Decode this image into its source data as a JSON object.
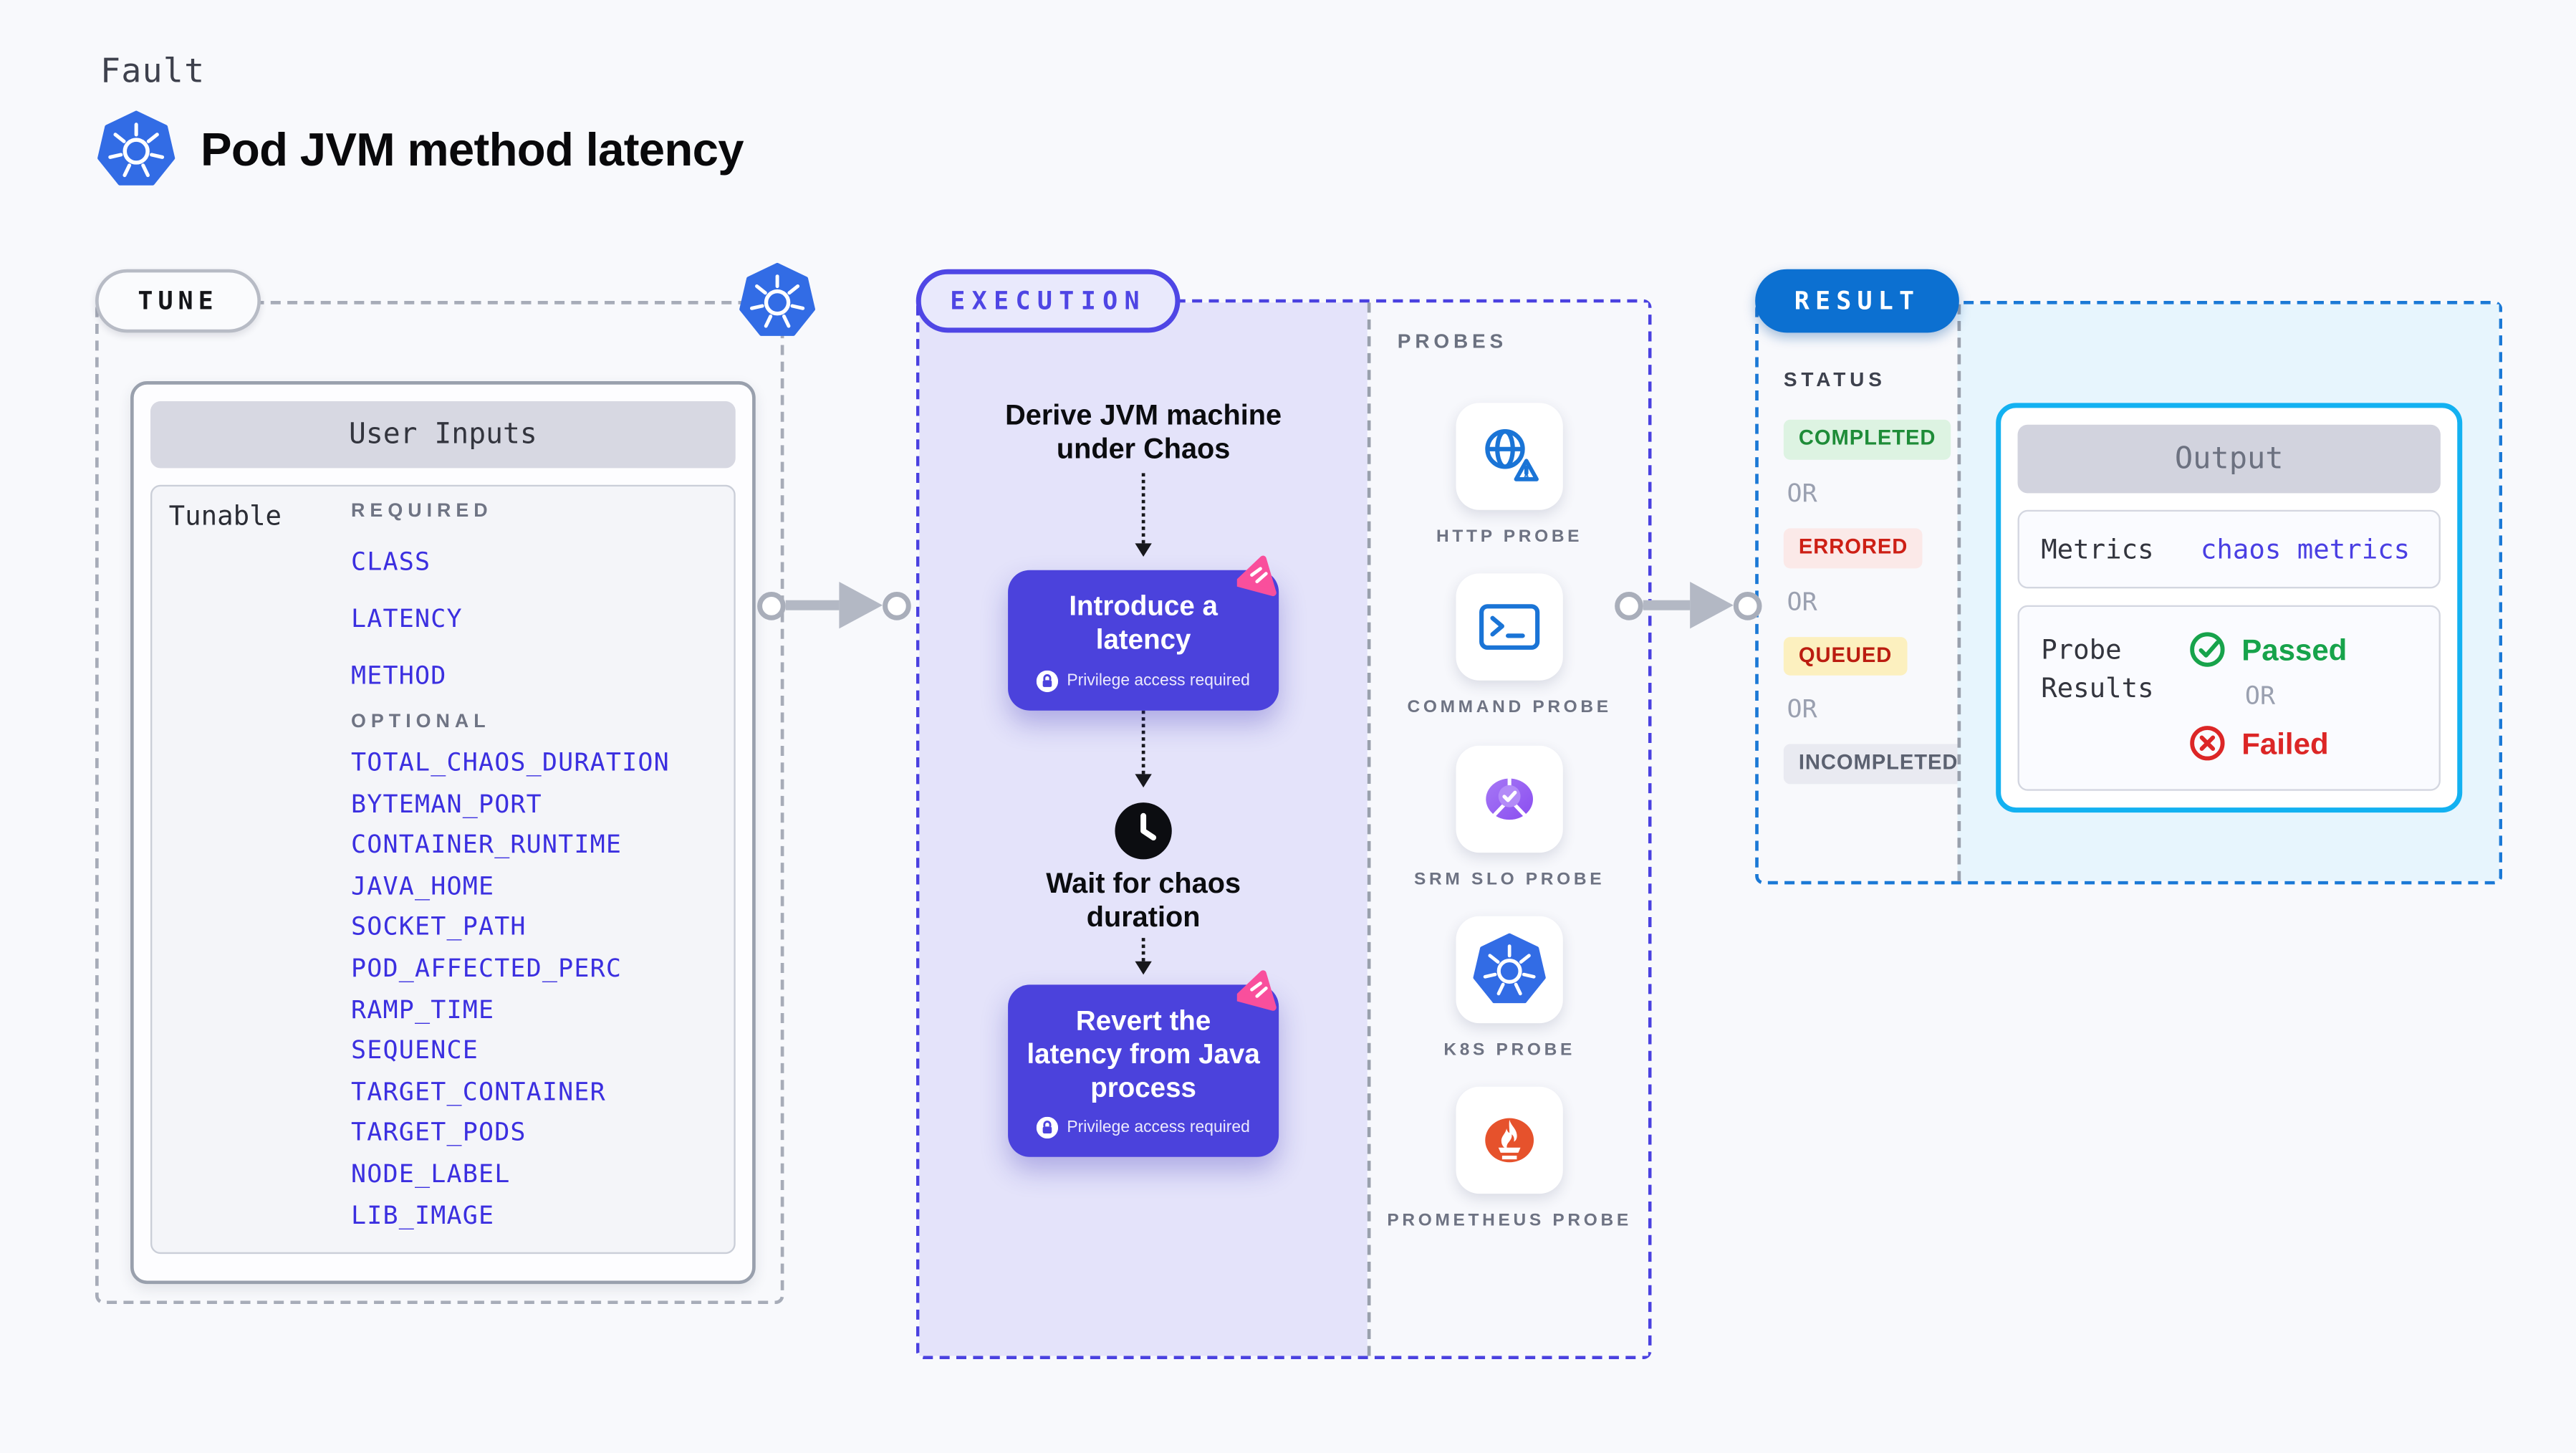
{
  "header": {
    "kicker": "Fault",
    "title": "Pod JVM method latency"
  },
  "tune": {
    "badge": "TUNE",
    "card_title": "User Inputs",
    "row_label": "Tunable",
    "required_label": "REQUIRED",
    "required": [
      "CLASS",
      "LATENCY",
      "METHOD"
    ],
    "optional_label": "OPTIONAL",
    "optional": [
      "TOTAL_CHAOS_DURATION",
      "BYTEMAN_PORT",
      "CONTAINER_RUNTIME",
      "JAVA_HOME",
      "SOCKET_PATH",
      "POD_AFFECTED_PERC",
      "RAMP_TIME",
      "SEQUENCE",
      "TARGET_CONTAINER",
      "TARGET_PODS",
      "NODE_LABEL",
      "LIB_IMAGE"
    ]
  },
  "execution": {
    "badge": "EXECUTION",
    "steps": [
      {
        "type": "text",
        "label": "Derive JVM machine under Chaos"
      },
      {
        "type": "box",
        "label": "Introduce a latency",
        "sub": "Privilege access required"
      },
      {
        "type": "text",
        "label": "Wait for chaos duration"
      },
      {
        "type": "box",
        "label": "Revert the latency from Java process",
        "sub": "Privilege access required"
      }
    ]
  },
  "probes": {
    "title": "PROBES",
    "items": [
      {
        "icon": "http-probe-icon",
        "label": "HTTP PROBE"
      },
      {
        "icon": "command-probe-icon",
        "label": "COMMAND PROBE"
      },
      {
        "icon": "srm-slo-probe-icon",
        "label": "SRM SLO PROBE"
      },
      {
        "icon": "k8s-probe-icon",
        "label": "K8S PROBE"
      },
      {
        "icon": "prometheus-probe-icon",
        "label": "PROMETHEUS PROBE"
      }
    ]
  },
  "result": {
    "badge": "RESULT",
    "status_label": "STATUS",
    "or_label": "OR",
    "statuses": [
      {
        "label": "COMPLETED",
        "text_color": "#1e8c38",
        "bg": "#ddf3e2"
      },
      {
        "label": "ERRORED",
        "text_color": "#cd1f15",
        "bg": "#fbe9e8"
      },
      {
        "label": "QUEUED",
        "text_color": "#bb1d10",
        "bg": "#fcf0bf"
      },
      {
        "label": "INCOMPLETED",
        "text_color": "#5b6170",
        "bg": "#e9eaf1"
      }
    ],
    "output": {
      "title": "Output",
      "metrics_label": "Metrics",
      "metrics_value": "chaos metrics",
      "probe_results_label": "Probe Results",
      "passed_label": "Passed",
      "or_label": "OR",
      "failed_label": "Failed"
    }
  },
  "colors": {
    "page_bg": "#f8f9fc",
    "accent_indigo": "#4b42dc",
    "execution_border": "#4a41e0",
    "execution_bg": "#e4e3fa",
    "tune_border": "#a7acb8",
    "result_blue": "#0c70d1",
    "result_border": "#1b79d6",
    "result_bg": "#e7f5fd",
    "output_border": "#13b1f1",
    "param_blue": "#3b2fe0",
    "passed_green": "#17a34b",
    "failed_red": "#dc2626",
    "probe_icon_blue": "#1a74d6",
    "k8s_blue": "#326ce5",
    "prometheus_orange": "#e6522c",
    "srm_purple": "#8b5cf6",
    "spark_pink": "#f94f9c"
  }
}
